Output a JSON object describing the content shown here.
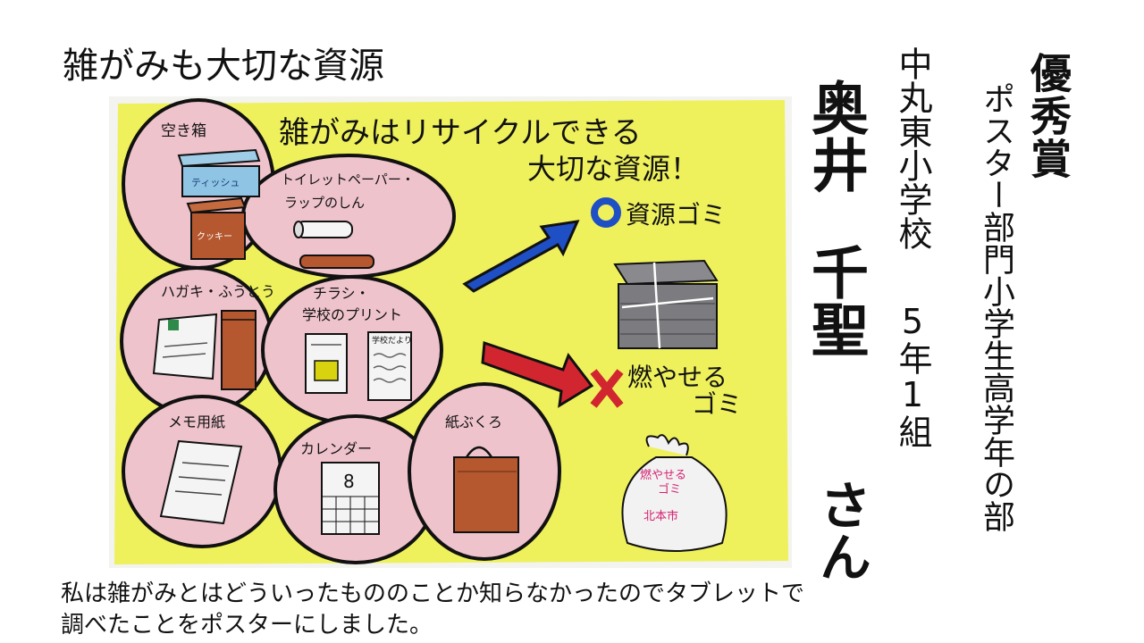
{
  "slide": {
    "title": "雑がみも大切な資源",
    "caption": "私は雑がみとはどういったもののことか知らなかったのでタブレットで調べたことをポスターにしました。"
  },
  "sidebar": {
    "award": "優秀賞",
    "category": "ポスター部門小学生高学年の部",
    "school": "中丸東小学校",
    "grade_class": "5年1組",
    "name_family": "奥井",
    "name_given": "千聖",
    "honorific": "さん"
  },
  "poster": {
    "headline_1": "雑がみはリサイクルできる",
    "headline_2": "大切な資源！",
    "items": {
      "empty_box": "空き箱",
      "tissue": "ティッシュ",
      "cookie": "クッキー",
      "toilet_paper": "トイレットペーパー・",
      "wrap_core": "ラップのしん",
      "postcard": "ハガキ・ふうとう",
      "flyer": "チラシ・",
      "school_print": "学校のプリント",
      "school_notice": "学校だより",
      "memo": "メモ用紙",
      "calendar": "カレンダー",
      "calendar_day": "8",
      "paper_bag": "紙ぶくろ"
    },
    "resource_symbol": "○",
    "resource_label": "資源ゴミ",
    "burnable_symbol": "✕",
    "burnable_label_1": "燃やせる",
    "burnable_label_2": "ゴミ",
    "bag_label_1": "燃やせる",
    "bag_label_2": "ゴミ",
    "bag_city": "北本市",
    "colors": {
      "background": "#eef15c",
      "bubble": "#eec3cc",
      "arrow_good": "#1f4fc4",
      "arrow_bad": "#d1262f",
      "bundle": "#7b7b80"
    }
  }
}
